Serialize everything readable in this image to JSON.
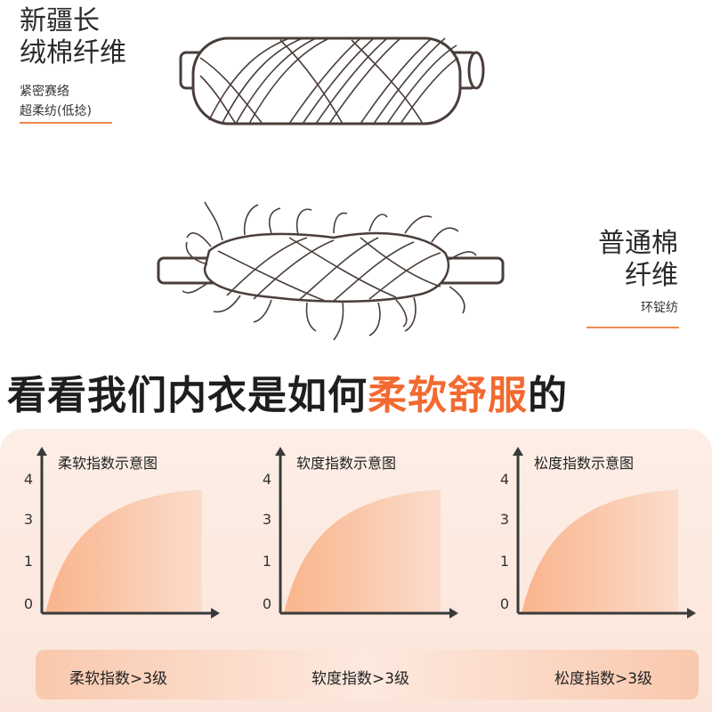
{
  "top": {
    "title_line1": "新疆长",
    "title_line2": "绒棉纤维",
    "sub_line1": "紧密赛络",
    "sub_line2": "超柔纺(低捻)"
  },
  "middle": {
    "title_line1": "普通棉",
    "title_line2": "纤维",
    "sub": "环锭纺"
  },
  "headline": {
    "prefix": "看看我们内衣是如何",
    "highlight": "柔软舒服",
    "suffix": "的"
  },
  "colors": {
    "accent": "#f26a30",
    "panel": "#fdeee6",
    "curve": "#f9b78f"
  },
  "chart_data": [
    {
      "type": "area",
      "title": "柔软指数示意图",
      "yticks": [
        "0",
        "1",
        "3",
        "4"
      ]
    },
    {
      "type": "area",
      "title": "软度指数示意图",
      "yticks": [
        "0",
        "1",
        "3",
        "4"
      ]
    },
    {
      "type": "area",
      "title": "松度指数示意图",
      "yticks": [
        "0",
        "1",
        "3",
        "4"
      ]
    }
  ],
  "footer": {
    "labels": [
      "柔软指数>3级",
      "软度指数>3级",
      "松度指数>3级"
    ]
  }
}
